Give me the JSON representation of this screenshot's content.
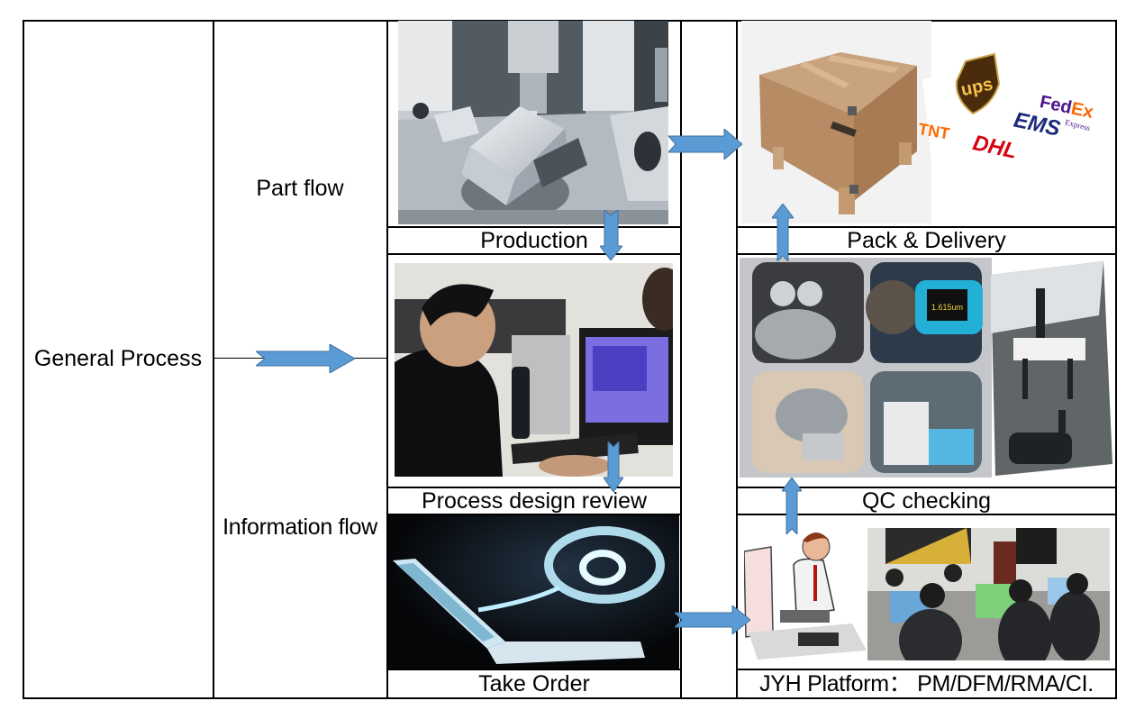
{
  "diagram": {
    "row_header": "General Process",
    "flows": {
      "part_flow": "Part flow",
      "information_flow": "Information flow"
    },
    "steps": [
      {
        "id": "production",
        "label": "Production",
        "image": "cnc-milling-machine"
      },
      {
        "id": "pack_delivery",
        "label": "Pack & Delivery",
        "image": "wooden-crate-and-courier-logos"
      },
      {
        "id": "process_design_review",
        "label": "Process design review",
        "image": "engineers-at-computer"
      },
      {
        "id": "qc_checking",
        "label": "QC checking",
        "image": "inspection-instruments"
      },
      {
        "id": "take_order",
        "label": "Take Order",
        "image": "glowing-laptop-email"
      },
      {
        "id": "jyh_platform",
        "label": "JYH Platform： PM/DFM/RMA/CI.",
        "image": "team-at-workstations"
      }
    ],
    "sequence": [
      "take_order",
      "jyh_platform",
      "qc_checking",
      "pack_delivery"
    ],
    "connections": [
      {
        "from": "general_process",
        "to": "flows",
        "direction": "right"
      },
      {
        "from": "production",
        "to": "pack_delivery",
        "direction": "right"
      },
      {
        "from": "production",
        "to": "process_design_review",
        "direction": "down"
      },
      {
        "from": "process_design_review",
        "to": "take_order",
        "direction": "down"
      },
      {
        "from": "take_order",
        "to": "jyh_platform",
        "direction": "right"
      },
      {
        "from": "jyh_platform",
        "to": "qc_checking",
        "direction": "up"
      },
      {
        "from": "qc_checking",
        "to": "pack_delivery",
        "direction": "up"
      }
    ],
    "couriers": [
      "UPS",
      "FedEx Express",
      "EMS",
      "TNT",
      "DHL"
    ],
    "gauge_readout": "1.615um",
    "arrow_color": "#5b9bd5",
    "arrow_outline": "#41719c"
  }
}
